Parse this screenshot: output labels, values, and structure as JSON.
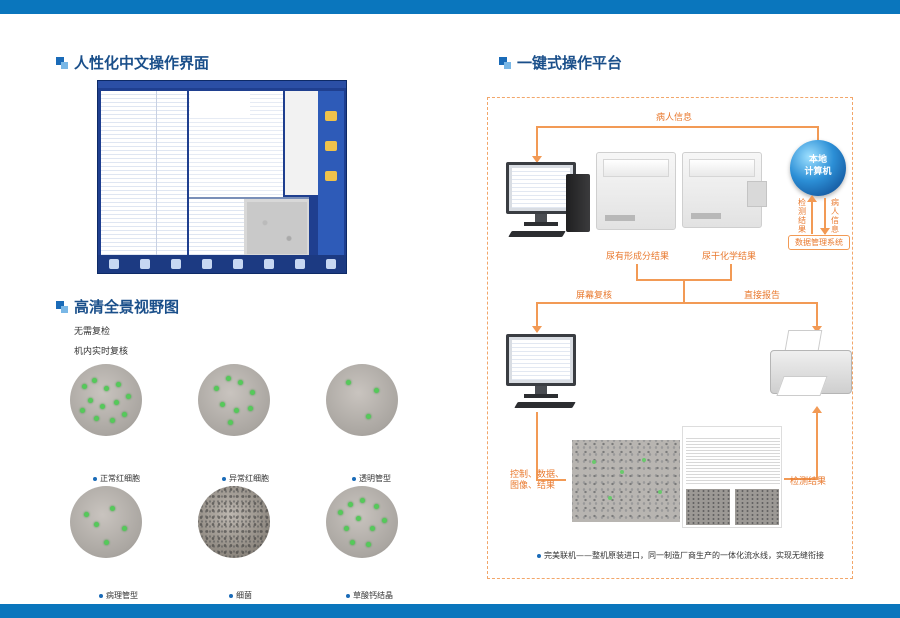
{
  "colors": {
    "band": "#0a76bd",
    "title": "#1a4f8a",
    "flow": "#f29a55",
    "flow_text": "#e9792e"
  },
  "sections": {
    "ui": {
      "title": "人性化中文操作界面"
    },
    "panorama": {
      "title": "高清全景视野图",
      "lines": [
        "无需复检",
        "机内实时复核"
      ],
      "images": [
        {
          "label": "正常红细胞"
        },
        {
          "label": "异常红细胞"
        },
        {
          "label": "透明管型"
        },
        {
          "label": "病理管型"
        },
        {
          "label": "细菌"
        },
        {
          "label": "草酸钙结晶"
        }
      ]
    },
    "platform": {
      "title": "一键式操作平台",
      "patient_info": "病人信息",
      "computer": [
        "本地",
        "计算机"
      ],
      "test_result_vertical": "检测结果",
      "patient_info_vertical": "病人信息",
      "db_system": "数据管理系统",
      "formed_result": "尿有形成分结果",
      "chem_result": "尿干化学结果",
      "screen_review": "屏幕复核",
      "direct_report": "直接报告",
      "control_data": "控制、数据、图像、结果",
      "detect_result": "检测结果",
      "note": "完美联机——整机原装进口，同一制造厂商生产的一体化流水线，实现无缝衔接"
    }
  }
}
